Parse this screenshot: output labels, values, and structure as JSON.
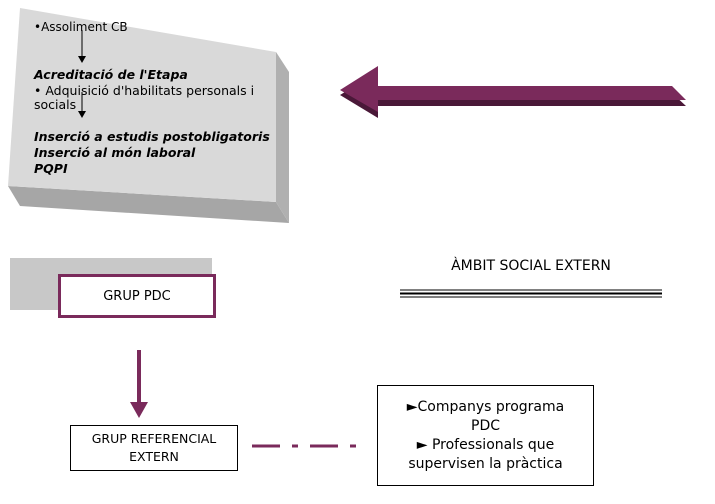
{
  "top_box": {
    "line1": "•Assoliment CB",
    "line2": "Acreditació de l'Etapa",
    "line3": "• Adquisició d'habilitats personals i",
    "line4": "socials",
    "line5": "Inserció a estudis postobligatoris",
    "line6": "Inserció al món laboral",
    "line7": "PQPI"
  },
  "grup_pdc": {
    "label": "GRUP PDC"
  },
  "ambit": {
    "label": "ÀMBIT SOCIAL EXTERN"
  },
  "grup_referencial": {
    "line1": "GRUP REFERENCIAL",
    "line2": "EXTERN"
  },
  "companys": {
    "line1": "►Companys programa",
    "line2": "PDC",
    "line3": "► Professionals que",
    "line4": "supervisen la pràctica"
  },
  "colors": {
    "accent": "#7a2a5b",
    "box_face": "#d9d9d9",
    "box_side": "#bfbfbf"
  }
}
